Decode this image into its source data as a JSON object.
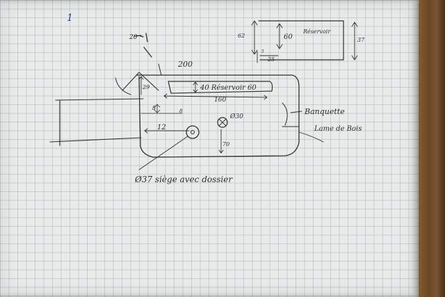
{
  "page_number": "1",
  "dims": {
    "top_left": "20",
    "width_main": "200",
    "height_left": "29",
    "tank_length": "160",
    "offset_small": "8",
    "offset_small2": "8",
    "width_inner": "12",
    "height_lower": "70",
    "tank_height": "62",
    "tank_inner": "60",
    "tank_side": "37",
    "tank_bottom": "25",
    "tank_bottom2": "5"
  },
  "labels": {
    "reservoir_main": "40 Réservoir 60",
    "reservoir_side": "Réservoir",
    "circle_right": "Ø30",
    "seat_note": "Ø37 siège avec dossier",
    "banquette": "Banquette",
    "banquette_sub": "Lame de Bois"
  },
  "colors": {
    "ink": "#2e2e2e",
    "blue_ink": "#2a3aa8",
    "paper": "#e9ebea",
    "grid": "#8e96a8",
    "wood": "#6b4623"
  }
}
